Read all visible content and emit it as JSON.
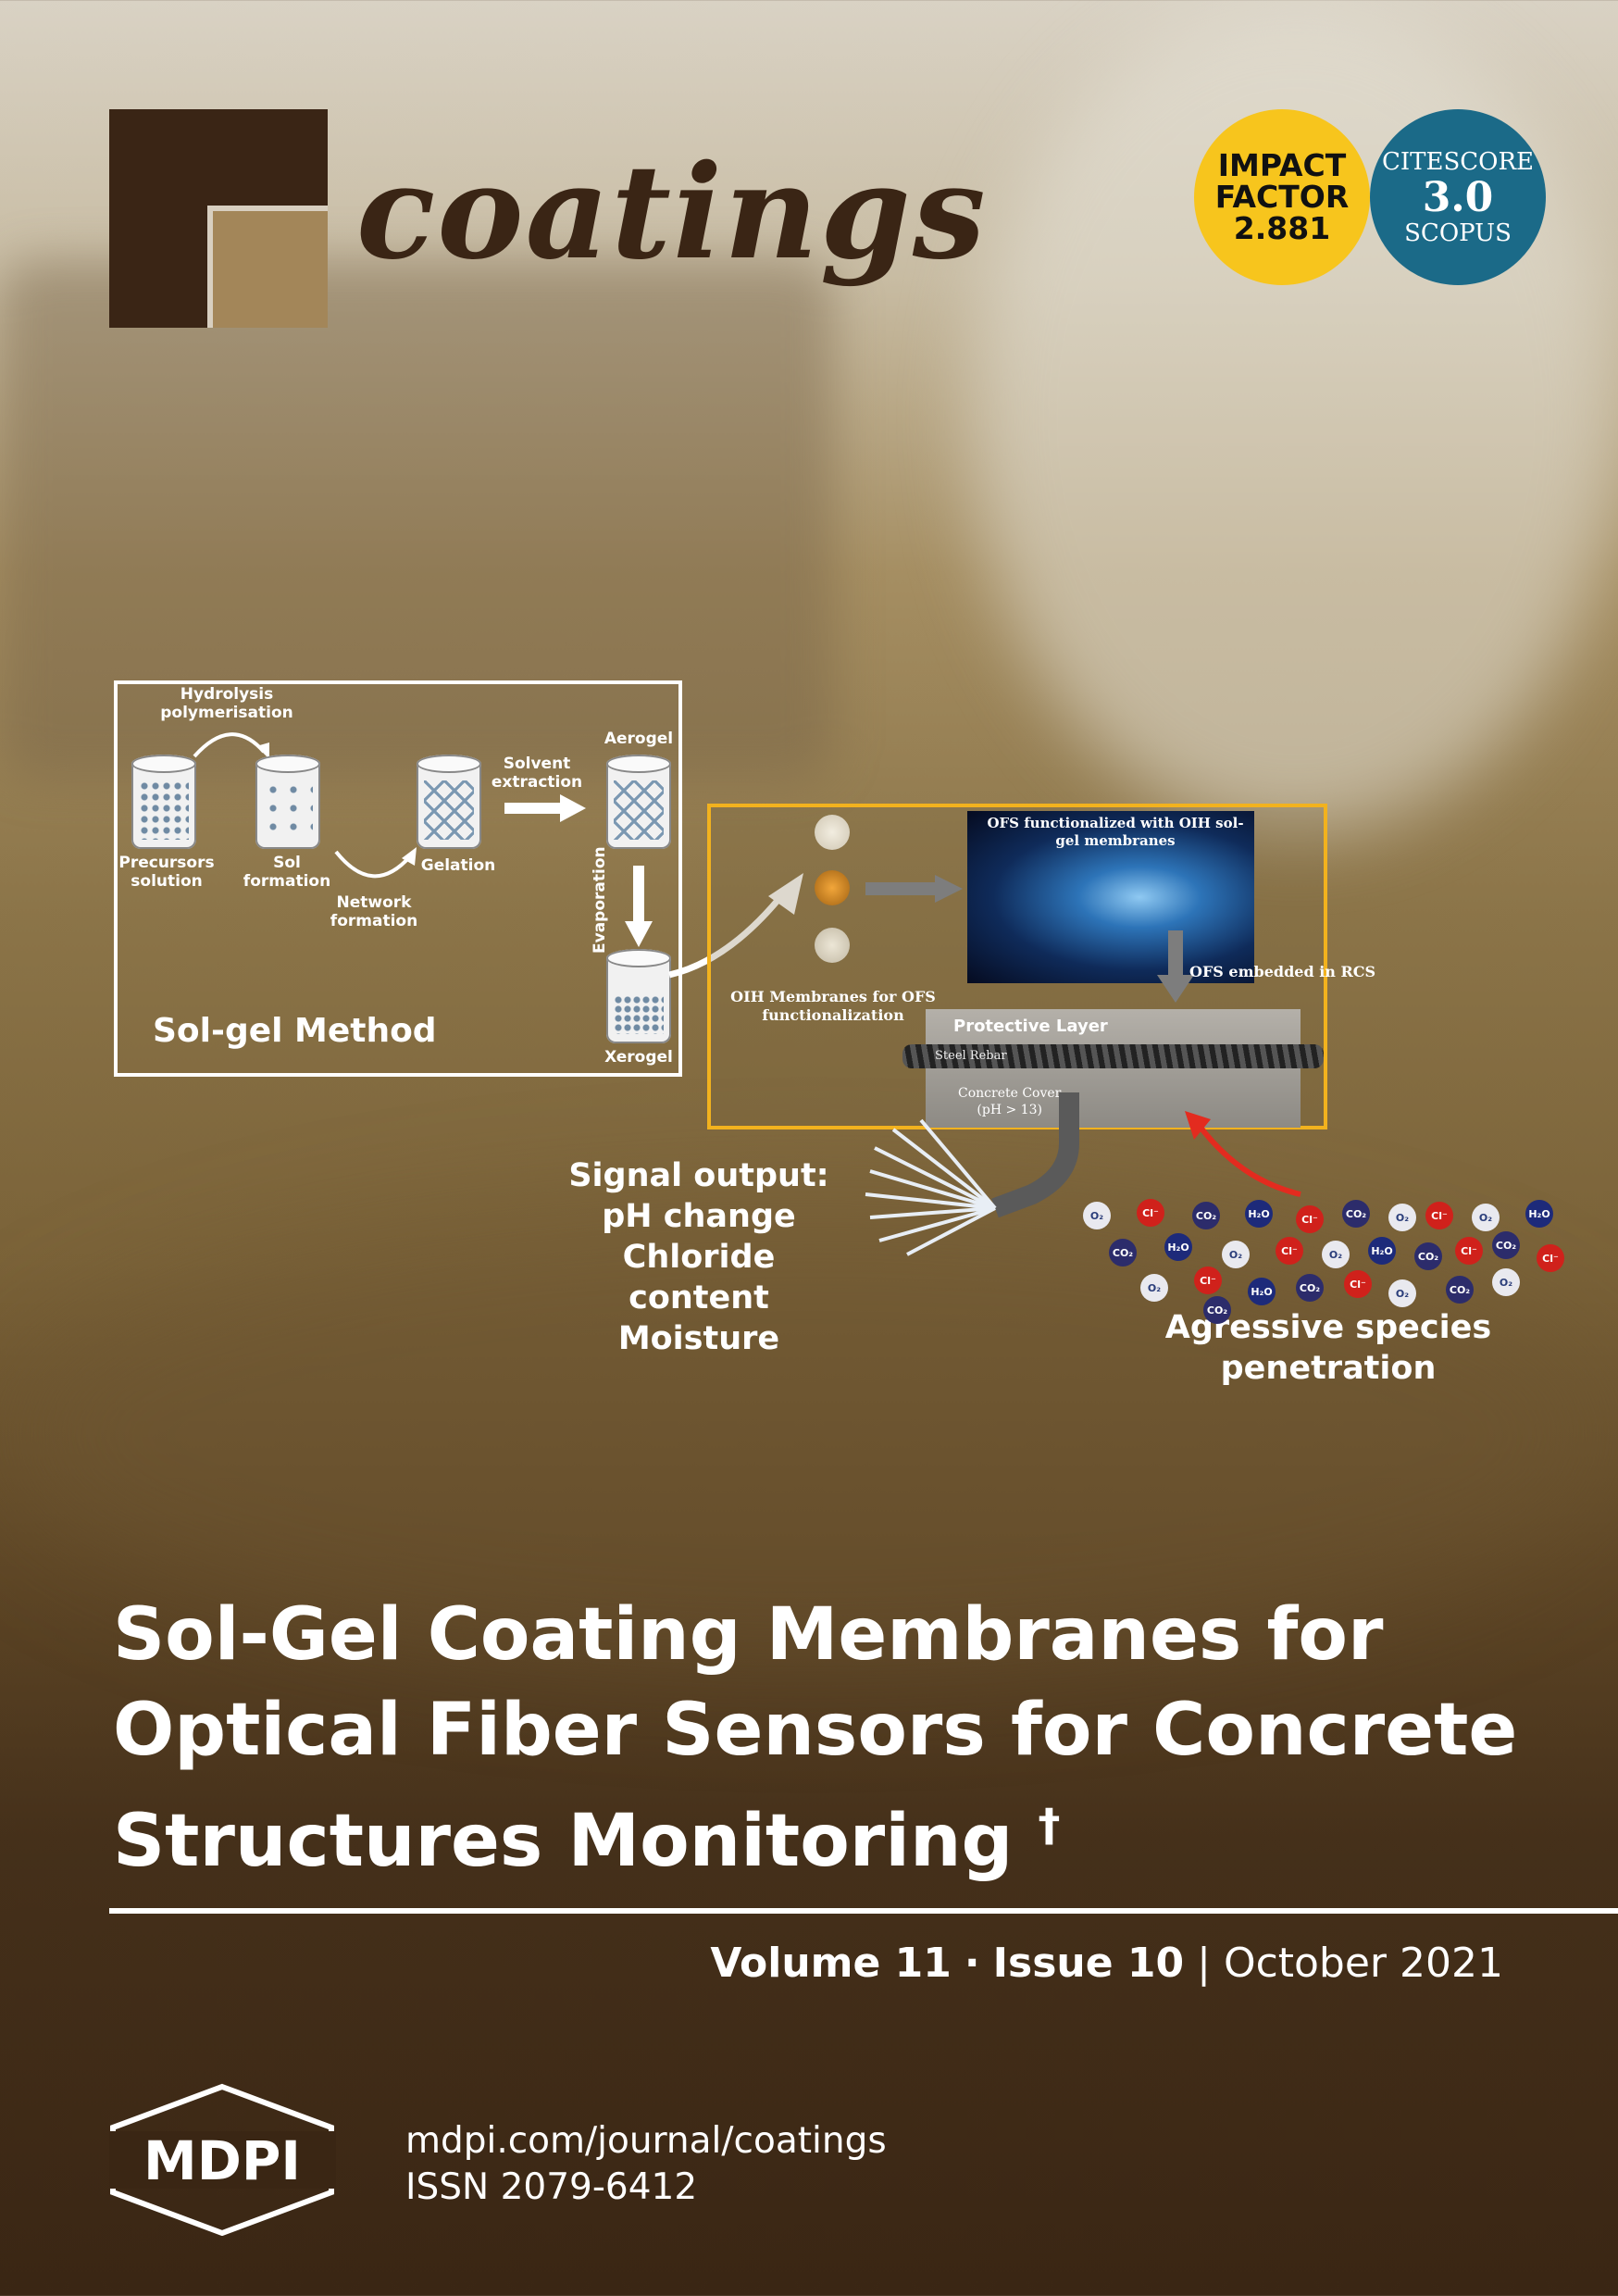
{
  "journal": {
    "name": "coatings"
  },
  "badges": {
    "impact": {
      "line1": "IMPACT",
      "line2": "FACTOR",
      "value": "2.881"
    },
    "citescore": {
      "line1": "CITESCORE",
      "value": "3.0",
      "line3": "SCOPUS"
    }
  },
  "figure": {
    "solgel": {
      "hydrolysis": "Hydrolysis polymerisation",
      "precursors": "Precursors solution",
      "sol": "Sol formation",
      "network": "Network formation",
      "gelation": "Gelation",
      "solvent": "Solvent extraction",
      "aerogel": "Aerogel",
      "evaporation": "Evaporation",
      "xerogel": "Xerogel",
      "title": "Sol-gel Method"
    },
    "ofs": {
      "functionalized": "OFS functionalized with OIH sol-gel membranes",
      "embedded": "OFS embedded in RCS",
      "oih": "OIH Membranes for OFS functionalization",
      "protective": "Protective Layer",
      "rebar": "Steel Rebar",
      "cover": "Concrete Cover",
      "ph": "(pH > 13)"
    },
    "signal": {
      "l1": "Signal output:",
      "l2": "pH change",
      "l3": "Chloride content",
      "l4": "Moisture"
    },
    "aggressive": {
      "l1": "Agressive species",
      "l2": "penetration"
    },
    "ions": [
      "O₂",
      "Cl⁻",
      "CO₂",
      "H₂O",
      "Cl⁻",
      "CO₂",
      "O₂",
      "Cl⁻",
      "O₂",
      "H₂O",
      "CO₂",
      "H₂O",
      "O₂",
      "Cl⁻",
      "O₂",
      "H₂O",
      "CO₂",
      "Cl⁻",
      "CO₂",
      "Cl⁻",
      "O₂",
      "Cl⁻",
      "H₂O",
      "CO₂",
      "Cl⁻",
      "O₂",
      "CO₂",
      "O₂",
      "CO₂"
    ]
  },
  "article": {
    "title_l1": "Sol-Gel Coating Membranes for",
    "title_l2": "Optical Fiber Sensors for Concrete",
    "title_l3": "Structures Monitoring",
    "dagger": "†"
  },
  "issue": {
    "volume": "Volume 11",
    "sep": "·",
    "issue": "Issue 10",
    "bar": "|",
    "date": "October 2021"
  },
  "footer": {
    "publisher": "MDPI",
    "url": "mdpi.com/journal/coatings",
    "issn": "ISSN 2079-6412"
  }
}
